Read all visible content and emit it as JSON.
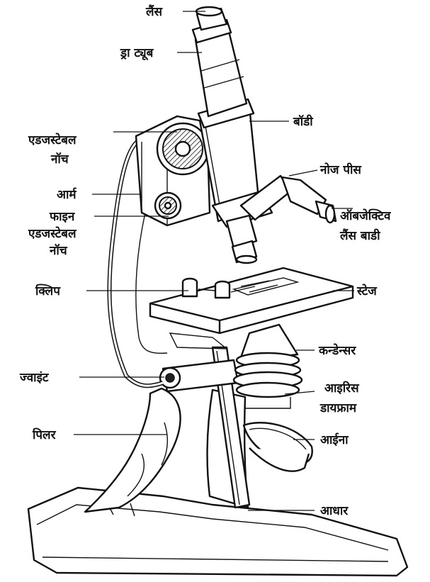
{
  "labels": {
    "lens": "लैंस",
    "draw_tube": "ड्रा ट्यूब",
    "body": "बॉडी",
    "coarse_adjustment_line1": "एडजस्टेबल",
    "coarse_adjustment_line2": "नॉच",
    "nose_piece": "नोज पीस",
    "arm": "आर्म",
    "fine_adjustment_line1": "फाइन",
    "fine_adjustment_line2": "एडजस्टेबल",
    "fine_adjustment_line3": "नॉच",
    "objective_line1": "ऑबजेक्टिव",
    "objective_line2": "लैंस बाडी",
    "clip": "क्लिप",
    "stage": "स्टेज",
    "condenser": "कन्डेन्सर",
    "joint": "ज्वाइंट",
    "iris_line1": "आइरिस",
    "iris_line2": "डायफ्राम",
    "pillar": "पिलर",
    "mirror": "आईना",
    "base": "आधार"
  }
}
